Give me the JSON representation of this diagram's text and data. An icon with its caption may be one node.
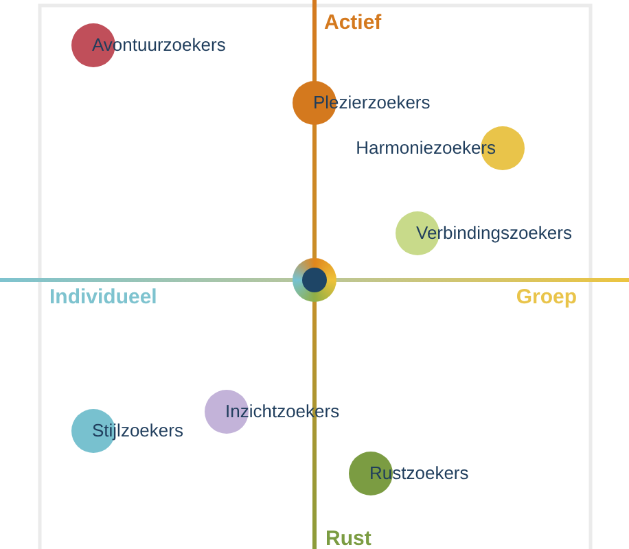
{
  "diagram": {
    "nodes": [
      {
        "text": [
          "Avontuurzoekers"
        ]
      },
      {
        "text": [
          "Plezierzoekers"
        ]
      },
      {
        "text": [
          "Harmoniezoekers"
        ]
      },
      {
        "text": [
          "Verbindingszoekers"
        ]
      },
      {
        "text": [
          "Inzichtzoekers"
        ]
      },
      {
        "text": [
          "Stijlzoekers"
        ]
      },
      {
        "text": [
          "Rustzoekers"
        ]
      }
    ],
    "labels": [
      "Actief",
      "Individueel",
      "Groep",
      "Rust"
    ]
  }
}
